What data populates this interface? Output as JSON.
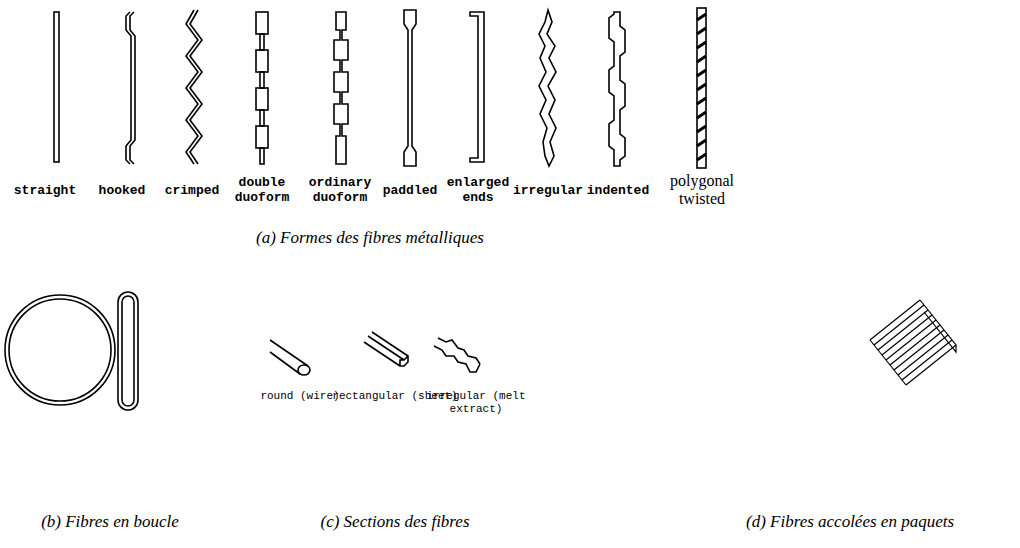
{
  "diagram": {
    "labels": [
      "straight",
      "hooked",
      "crimped",
      "double duoform",
      "ordinary duoform",
      "paddled",
      "enlarged ends",
      "irregular",
      "indented",
      "polygonal twisted",
      "(a) Formes des fibres métalliques",
      "round (wire)",
      "rectangular (sheet)",
      "irregular (melt extract)",
      "(b) Fibres en boucle",
      "(c) Sections des fibres",
      "(d) Fibres accolées en paquets"
    ]
  }
}
